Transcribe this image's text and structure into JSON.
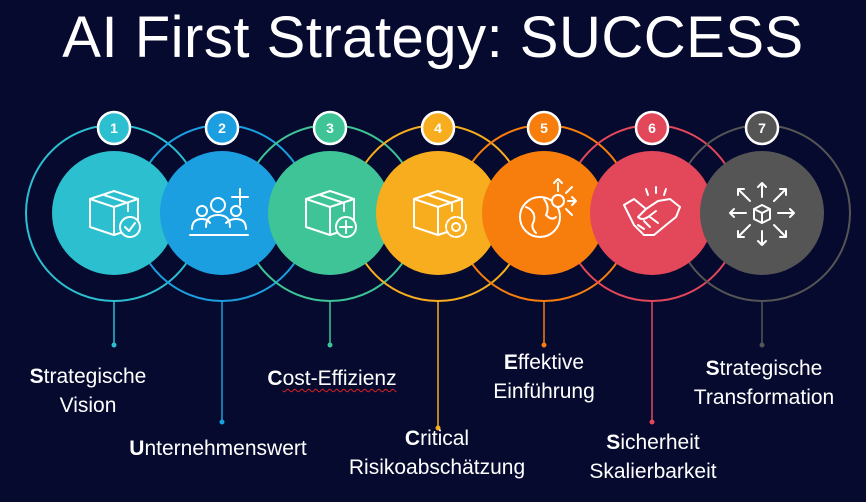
{
  "title": "AI First Strategy: SUCCESS",
  "steps": [
    {
      "num": "1",
      "color": "#2bbfcf",
      "icon": "box-check-icon",
      "lead": "S",
      "line1": "trategische",
      "line2": "Vision"
    },
    {
      "num": "2",
      "color": "#1b9fe0",
      "icon": "people-add-icon",
      "lead": "U",
      "line1": "nternehmenswert",
      "line2": ""
    },
    {
      "num": "3",
      "color": "#3ec497",
      "icon": "box-plus-icon",
      "lead": "C",
      "line1": "ost-Effizienz",
      "line2": ""
    },
    {
      "num": "4",
      "color": "#f7ad1e",
      "icon": "box-gear-icon",
      "lead": "C",
      "line1": "ritical",
      "line2": "Risikoabschätzung"
    },
    {
      "num": "5",
      "color": "#f77e0d",
      "icon": "globe-arrows-icon",
      "lead": "E",
      "line1": "ffektive",
      "line2": "Einführung"
    },
    {
      "num": "6",
      "color": "#e2475a",
      "icon": "handshake-icon",
      "lead": "S",
      "line1": "icherheit",
      "line2": "Skalierbarkeit"
    },
    {
      "num": "7",
      "color": "#555555",
      "icon": "cube-expand-icon",
      "lead": "S",
      "line1": "trategische",
      "line2": "Transformation"
    }
  ]
}
